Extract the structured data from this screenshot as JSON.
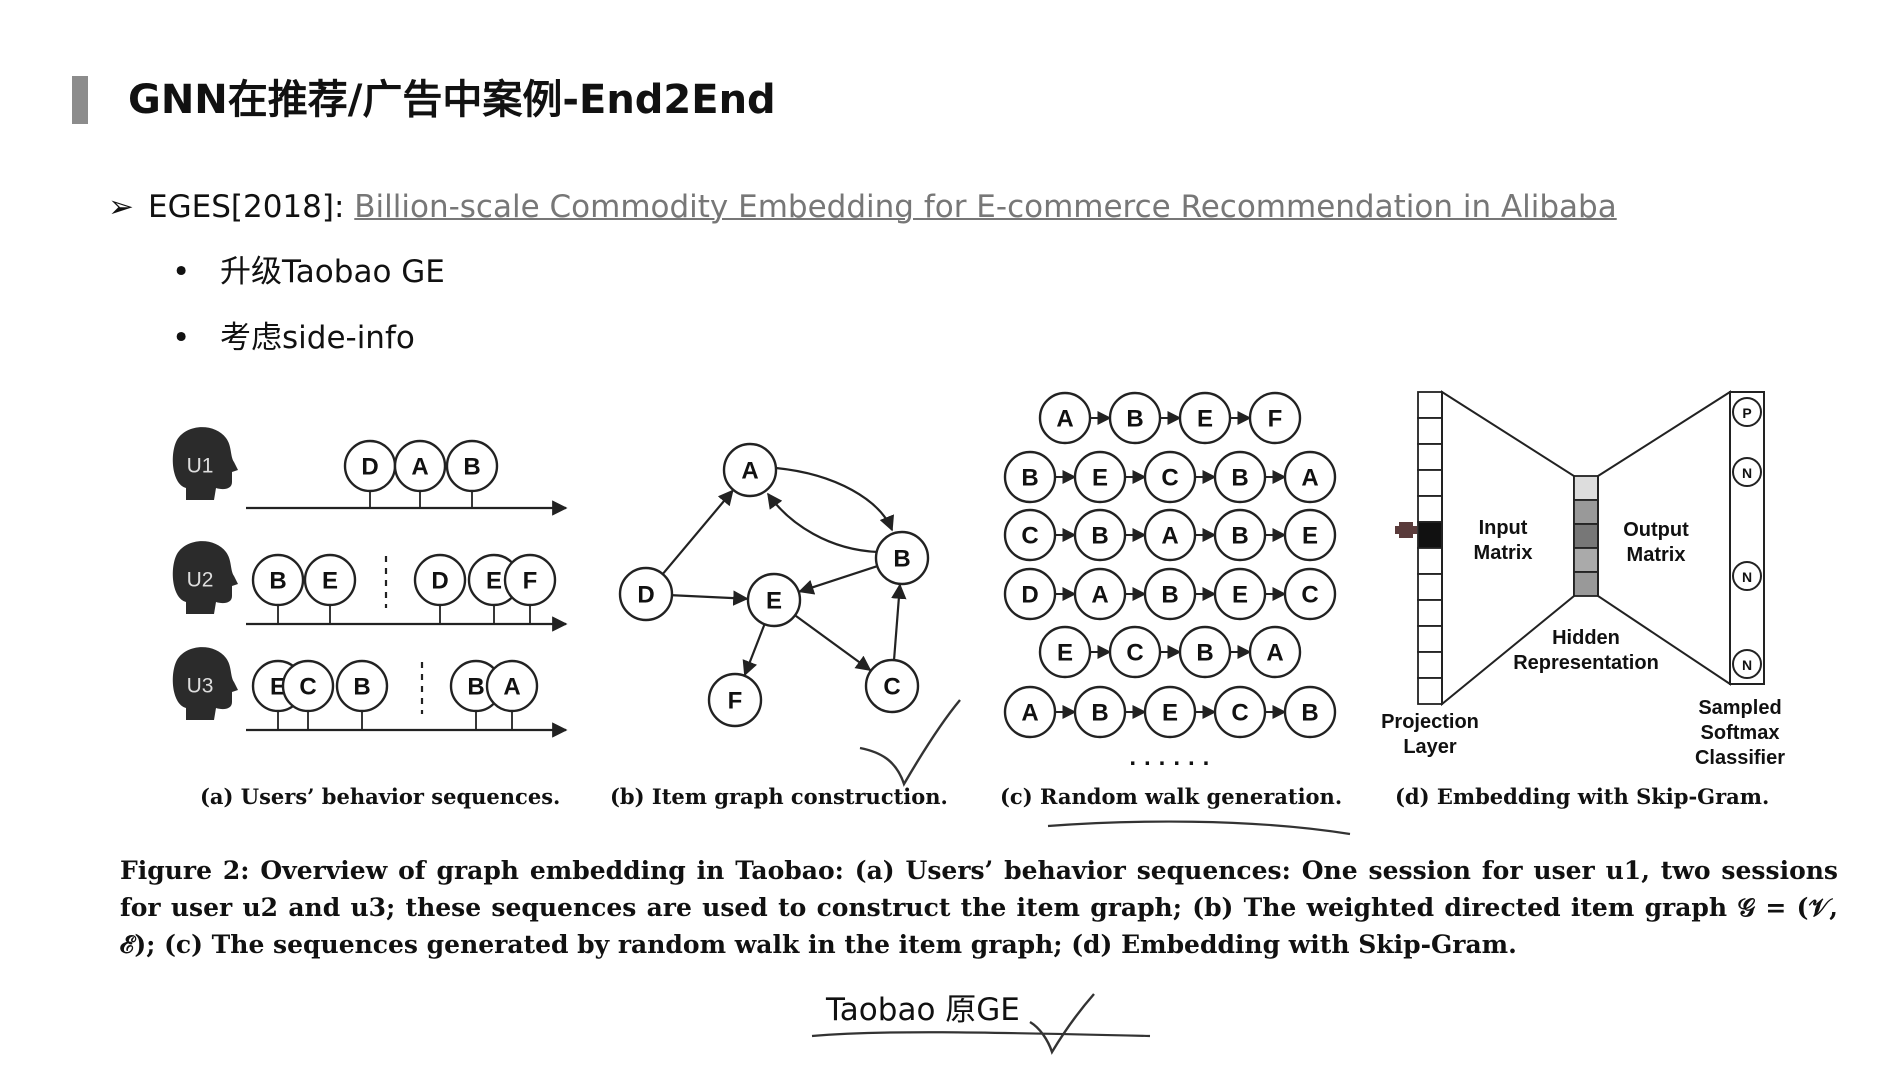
{
  "slide": {
    "title": "GNN在推荐/广告中案例-End2End",
    "reference": {
      "arrow": "➢",
      "prefix": "EGES[2018]: ",
      "link_text": "Billion-scale Commodity Embedding for E-commerce Recommendation in Alibaba"
    },
    "bullets": [
      {
        "marker": "•",
        "text": "升级Taobao GE"
      },
      {
        "marker": "•",
        "text": "考虑side-info"
      }
    ],
    "figure": {
      "panel_a": {
        "users": [
          "U1",
          "U2",
          "U3"
        ],
        "u1_seq": [
          "D",
          "A",
          "B"
        ],
        "u2_seq1": [
          "B",
          "E"
        ],
        "u2_seq2": [
          "D",
          "E",
          "F"
        ],
        "u3_seq1": [
          "E",
          "C",
          "B"
        ],
        "u3_seq2": [
          "B",
          "A"
        ],
        "caption": "(a) Users’ behavior sequences."
      },
      "panel_b": {
        "nodes": [
          "A",
          "B",
          "D",
          "E",
          "F",
          "C"
        ],
        "caption": "(b) Item graph construction."
      },
      "panel_c": {
        "walks": [
          [
            "A",
            "B",
            "E",
            "F"
          ],
          [
            "B",
            "E",
            "C",
            "B",
            "A"
          ],
          [
            "C",
            "B",
            "A",
            "B",
            "E"
          ],
          [
            "D",
            "A",
            "B",
            "E",
            "C"
          ],
          [
            "E",
            "C",
            "B",
            "A"
          ],
          [
            "A",
            "B",
            "E",
            "C",
            "B"
          ]
        ],
        "ellipsis": "· · · · · ·",
        "caption": "(c) Random walk generation."
      },
      "panel_d": {
        "input_matrix": "Input Matrix",
        "output_matrix": "Output Matrix",
        "hidden": "Hidden Representation",
        "projection": "Projection Layer",
        "classifier": "Sampled Softmax Classifier",
        "output_nodes": [
          "P",
          "N",
          "N",
          "N"
        ],
        "caption": "(d) Embedding with Skip-Gram."
      },
      "caption": "Figure 2: Overview of graph embedding in Taobao: (a) Users’ behavior sequences: One session for user u1, two sessions for user u2 and u3; these sequences are used to construct the item graph; (b) The weighted directed item graph 𝒢 = (𝒱, ℰ); (c) The sequences generated by random walk in the item graph; (d) Embedding with Skip-Gram."
    },
    "bottom_label": "Taobao 原GE"
  }
}
